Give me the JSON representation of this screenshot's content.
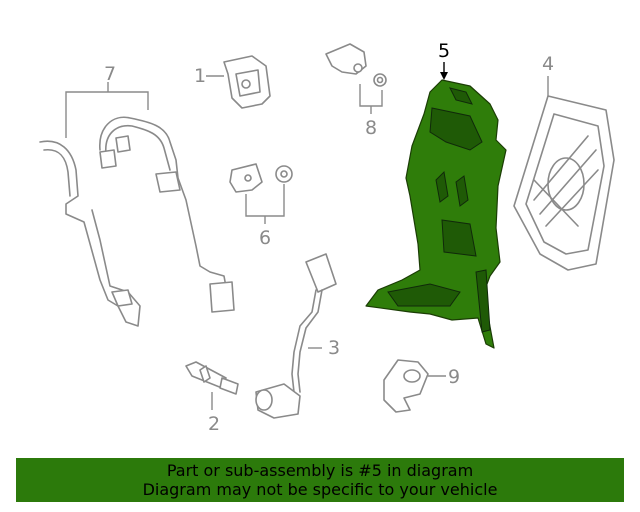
{
  "callouts": {
    "c1": "1",
    "c2": "2",
    "c3": "3",
    "c4": "4",
    "c5": "5",
    "c6": "6",
    "c7": "7",
    "c8": "8",
    "c9": "9"
  },
  "highlighted_part": "5",
  "highlight_color": "#2f7d0a",
  "banner": {
    "line1": "Part or sub-assembly is #5 in diagram",
    "line2": "Diagram may not be specific to your vehicle",
    "background": "#2c7a0b"
  }
}
